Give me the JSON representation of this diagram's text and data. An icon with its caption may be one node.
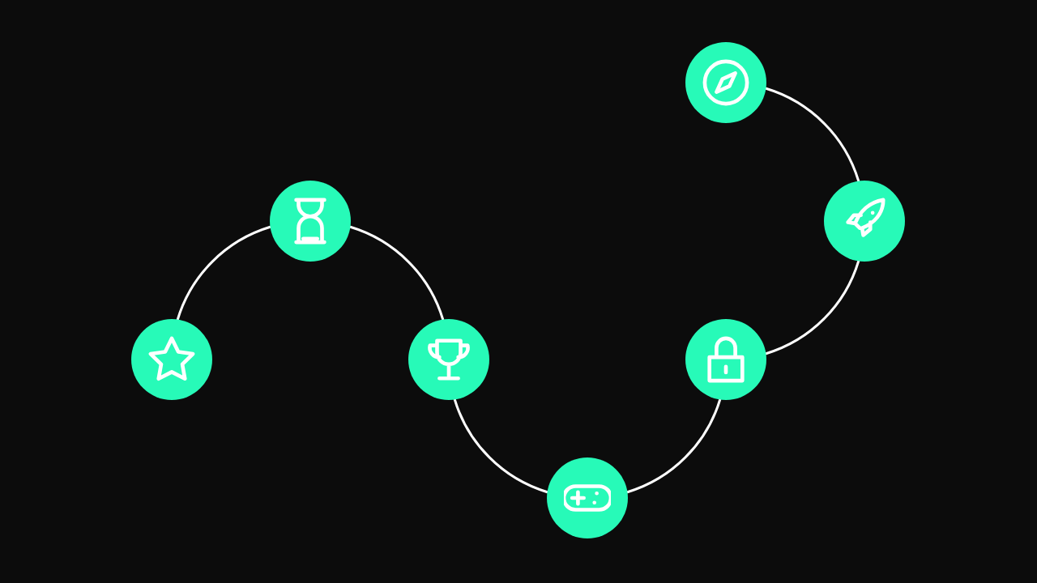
{
  "diagram": {
    "nodes": [
      {
        "text": [],
        "shape": "circle"
      },
      {
        "text": [],
        "shape": "circle"
      },
      {
        "text": [],
        "shape": "circle"
      },
      {
        "text": [],
        "shape": "circle"
      },
      {
        "text": [],
        "shape": "circle"
      },
      {
        "text": [],
        "shape": "circle"
      },
      {
        "text": [],
        "shape": "circle"
      }
    ],
    "edges": [
      {
        "from": 0,
        "to": 1,
        "arrow": "none"
      },
      {
        "from": 1,
        "to": 2,
        "arrow": "none"
      },
      {
        "from": 2,
        "to": 3,
        "arrow": "none"
      },
      {
        "from": 3,
        "to": 4,
        "arrow": "none"
      },
      {
        "from": 4,
        "to": 5,
        "arrow": "none"
      },
      {
        "from": 5,
        "to": 6,
        "arrow": "none"
      }
    ]
  }
}
